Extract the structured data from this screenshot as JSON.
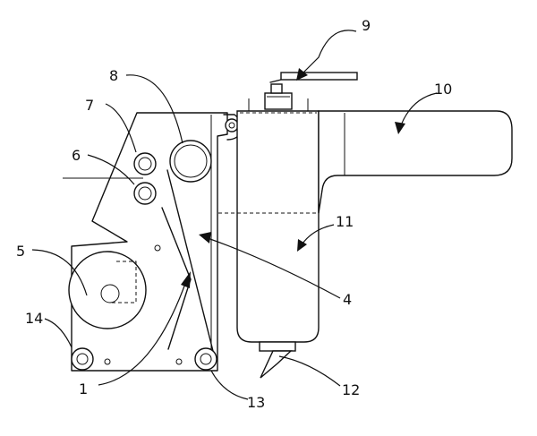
{
  "labels": {
    "l1": "1",
    "l4": "4",
    "l5": "5",
    "l6": "6",
    "l7": "7",
    "l8": "8",
    "l9": "9",
    "l10": "10",
    "l11": "11",
    "l12": "12",
    "l13": "13",
    "l14": "14"
  }
}
